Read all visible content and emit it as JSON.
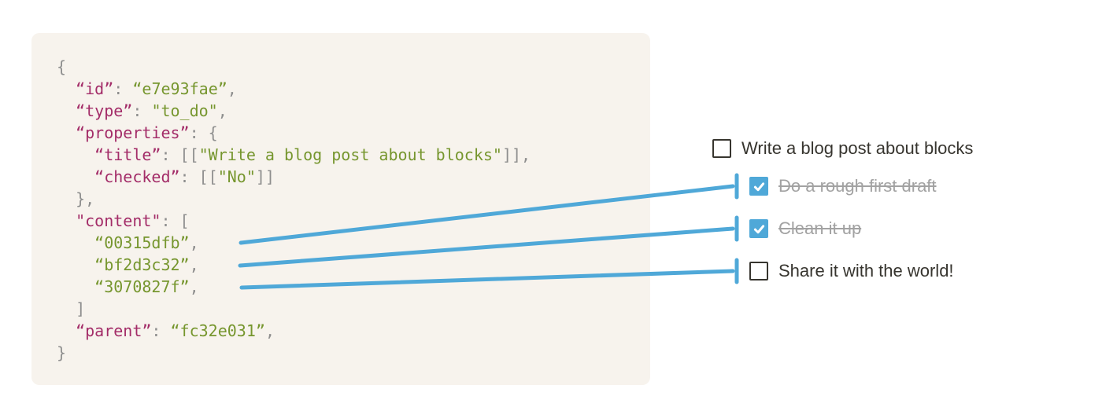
{
  "colors": {
    "accent_blue": "#4fa8d8",
    "panel_background": "#f7f3ed",
    "code_key": "#a32c68",
    "code_string": "#76962e",
    "code_punctuation": "#8e8e8e",
    "text_dark": "#37352f",
    "text_struck": "#a2a2a2"
  },
  "code": {
    "lines": [
      {
        "tokens": [
          {
            "t": "{",
            "c": "punc"
          }
        ]
      },
      {
        "tokens": [
          {
            "t": "  ",
            "c": "punc"
          },
          {
            "t": "“id”",
            "c": "key"
          },
          {
            "t": ": ",
            "c": "punc"
          },
          {
            "t": "“e7e93fae”",
            "c": "str"
          },
          {
            "t": ",",
            "c": "punc"
          }
        ]
      },
      {
        "tokens": [
          {
            "t": "  ",
            "c": "punc"
          },
          {
            "t": "“type”",
            "c": "key"
          },
          {
            "t": ": ",
            "c": "punc"
          },
          {
            "t": "\"to_do\"",
            "c": "str"
          },
          {
            "t": ",",
            "c": "punc"
          }
        ]
      },
      {
        "tokens": [
          {
            "t": "  ",
            "c": "punc"
          },
          {
            "t": "“properties”",
            "c": "key"
          },
          {
            "t": ": {",
            "c": "punc"
          }
        ]
      },
      {
        "tokens": [
          {
            "t": "    ",
            "c": "punc"
          },
          {
            "t": "“title”",
            "c": "key"
          },
          {
            "t": ": [[",
            "c": "punc"
          },
          {
            "t": "\"Write a blog post about blocks\"",
            "c": "str"
          },
          {
            "t": "]],",
            "c": "punc"
          }
        ]
      },
      {
        "tokens": [
          {
            "t": "    ",
            "c": "punc"
          },
          {
            "t": "“checked”",
            "c": "key"
          },
          {
            "t": ": [[",
            "c": "punc"
          },
          {
            "t": "\"No\"",
            "c": "str"
          },
          {
            "t": "]]",
            "c": "punc"
          }
        ]
      },
      {
        "tokens": [
          {
            "t": "  },",
            "c": "punc"
          }
        ]
      },
      {
        "tokens": [
          {
            "t": "  ",
            "c": "punc"
          },
          {
            "t": "\"content\"",
            "c": "key"
          },
          {
            "t": ": [",
            "c": "punc"
          }
        ]
      },
      {
        "tokens": [
          {
            "t": "    ",
            "c": "punc"
          },
          {
            "t": "“00315dfb”",
            "c": "str"
          },
          {
            "t": ",",
            "c": "punc"
          }
        ]
      },
      {
        "tokens": [
          {
            "t": "    ",
            "c": "punc"
          },
          {
            "t": "“bf2d3c32”",
            "c": "str"
          },
          {
            "t": ",",
            "c": "punc"
          }
        ]
      },
      {
        "tokens": [
          {
            "t": "    ",
            "c": "punc"
          },
          {
            "t": "“3070827f”",
            "c": "str"
          },
          {
            "t": ",",
            "c": "punc"
          }
        ]
      },
      {
        "tokens": [
          {
            "t": "  ]",
            "c": "punc"
          }
        ]
      },
      {
        "tokens": [
          {
            "t": "  ",
            "c": "punc"
          },
          {
            "t": "“parent”",
            "c": "key"
          },
          {
            "t": ": ",
            "c": "punc"
          },
          {
            "t": "“fc32e031”",
            "c": "str"
          },
          {
            "t": ",",
            "c": "punc"
          }
        ]
      },
      {
        "tokens": [
          {
            "t": "}",
            "c": "punc"
          }
        ]
      }
    ]
  },
  "todo": {
    "items": [
      {
        "label": "Write a blog post about blocks",
        "checked": false,
        "struck": false
      },
      {
        "label": "Do a rough first draft",
        "checked": true,
        "struck": true
      },
      {
        "label": "Clean it up",
        "checked": true,
        "struck": true
      },
      {
        "label": "Share it with the world!",
        "checked": false,
        "struck": false
      }
    ]
  },
  "connectors": [
    {
      "from": "00315dfb",
      "to": "Do a rough first draft"
    },
    {
      "from": "bf2d3c32",
      "to": "Clean it up"
    },
    {
      "from": "3070827f",
      "to": "Share it with the world!"
    }
  ]
}
